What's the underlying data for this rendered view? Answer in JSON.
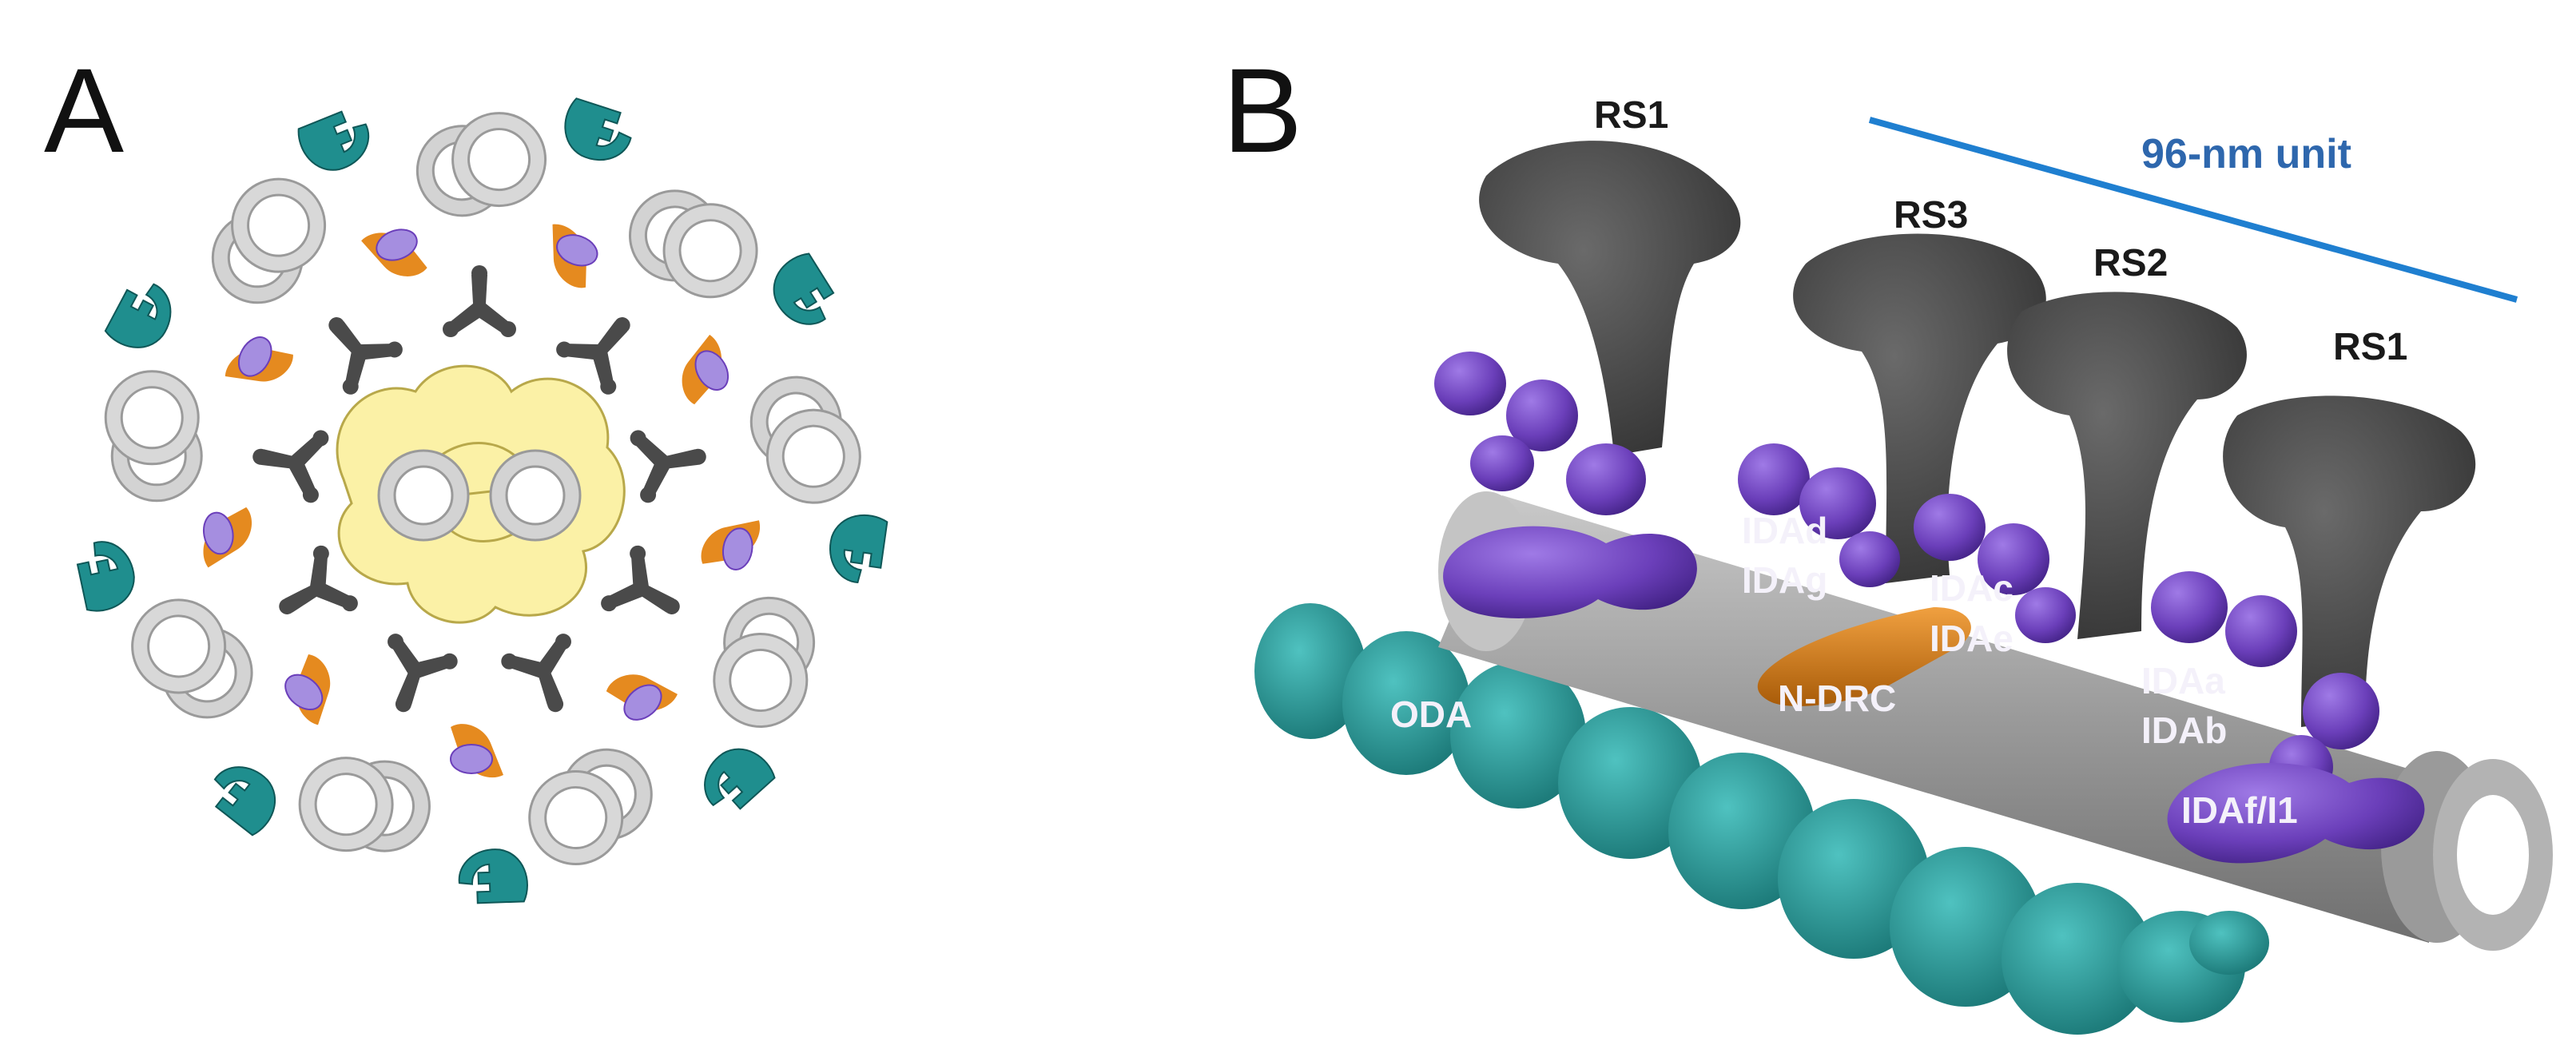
{
  "panels": {
    "a": {
      "letter": "A"
    },
    "b": {
      "letter": "B"
    }
  },
  "labels": {
    "rs1_left": "RS1",
    "rs3": "RS3",
    "rs2": "RS2",
    "rs1_right": "RS1",
    "unit": "96-nm unit",
    "idad": "IDAd",
    "idag": "IDAg",
    "idac": "IDAc",
    "idae": "IDAe",
    "idaa": "IDAa",
    "idab": "IDAb",
    "idaf": "IDAf/I1",
    "ndrc": "N-DRC",
    "oda": "ODA"
  },
  "colors": {
    "doublet": "#d3d3d3",
    "doublet_stroke": "#9a9a9a",
    "oda_teal": "#1f8e8e",
    "ida_purple": "#7b4fc4",
    "ida_light": "#a58ee0",
    "link_orange": "#e58a1f",
    "radial_spoke": "#4a4a4a",
    "central_yellow": "#fbf1a6",
    "microtubule": "#9e9e9e",
    "unit_line": "#1f7fd0",
    "unit_text": "#2e67ad"
  },
  "icons": {
    "doublet": "microtubule-doublet-icon",
    "oda": "outer-dynein-arm-icon",
    "ida": "inner-dynein-arm-icon",
    "spoke": "radial-spoke-icon"
  }
}
